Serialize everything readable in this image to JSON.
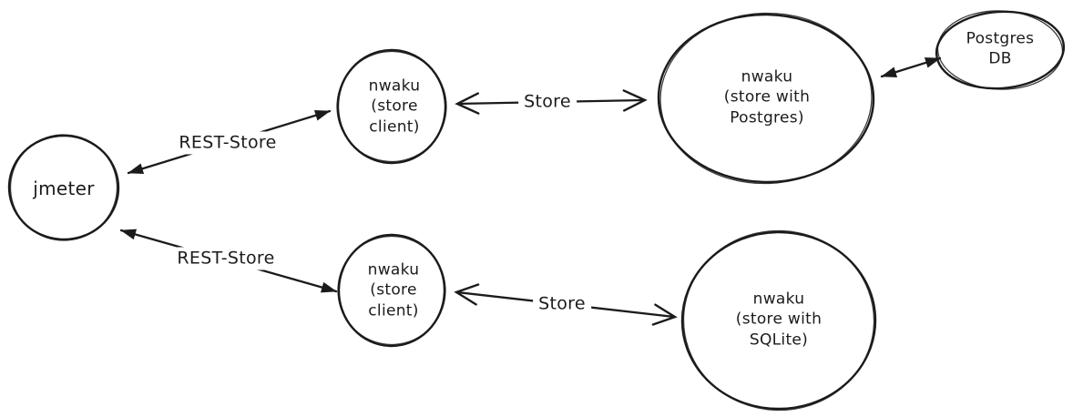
{
  "diagram": {
    "type": "architecture-sketch",
    "colors": {
      "stroke": "#1b1b1b",
      "background": "#ffffff"
    },
    "nodes": {
      "jmeter": {
        "label": "jmeter",
        "shape": "ellipse"
      },
      "store_client_top": {
        "label": "nwaku\n(store\nclient)",
        "shape": "ellipse"
      },
      "store_postgres": {
        "label": "nwaku\n(store with\nPostgres)",
        "shape": "ellipse"
      },
      "postgres_db": {
        "label": "Postgres\nDB",
        "shape": "ellipse"
      },
      "store_client_bottom": {
        "label": "nwaku\n(store\nclient)",
        "shape": "ellipse"
      },
      "store_sqlite": {
        "label": "nwaku\n(store with\nSQLite)",
        "shape": "ellipse"
      }
    },
    "edges": {
      "rest_store_top": {
        "label": "REST-Store",
        "from": "jmeter",
        "to": "store_client_top",
        "arrowheads": "solid-both"
      },
      "store_top": {
        "label": "Store",
        "from": "store_client_top",
        "to": "store_postgres",
        "arrowheads": "open-both"
      },
      "postgres_link": {
        "label": "",
        "from": "store_postgres",
        "to": "postgres_db",
        "arrowheads": "solid-both"
      },
      "rest_store_bottom": {
        "label": "REST-Store",
        "from": "jmeter",
        "to": "store_client_bottom",
        "arrowheads": "solid-both"
      },
      "store_bottom": {
        "label": "Store",
        "from": "store_client_bottom",
        "to": "store_sqlite",
        "arrowheads": "open-both"
      }
    }
  }
}
